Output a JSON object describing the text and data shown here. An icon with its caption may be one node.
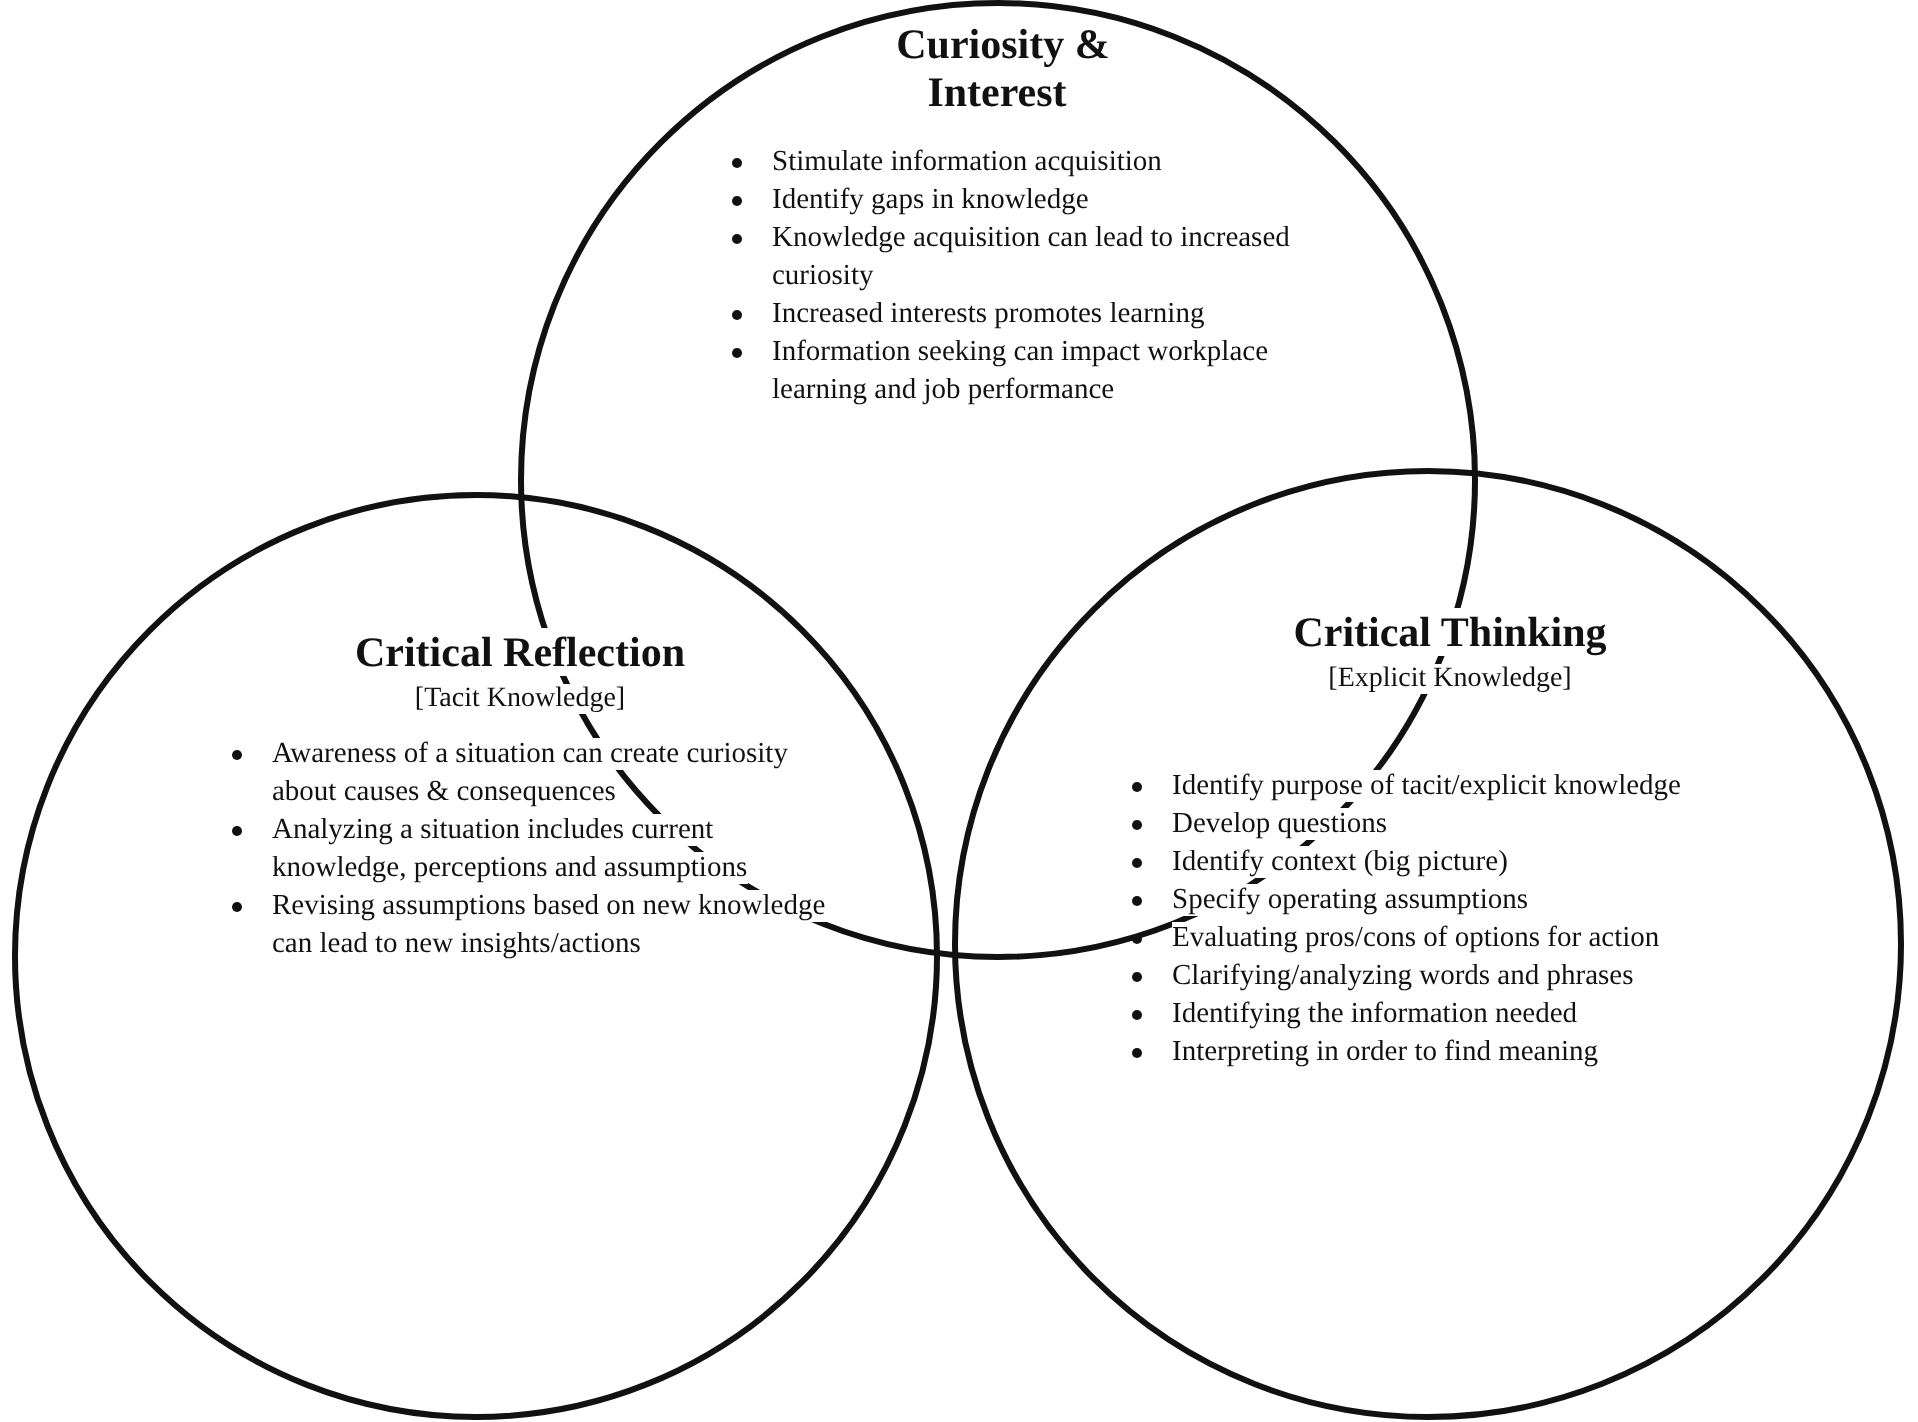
{
  "diagram": {
    "nodes": [
      {
        "text": [
          "Curiosity & Interest",
          "Stimulate information acquisition",
          "Identify gaps in knowledge",
          "Knowledge acquisition can lead to increased curiosity",
          "Increased interests promotes learning",
          "Information seeking can impact workplace learning and job performance"
        ]
      },
      {
        "text": [
          "Critical Reflection",
          "[Tacit Knowledge]",
          "Awareness of a situation can create curiosity about causes & consequences",
          "Analyzing a situation includes current knowledge, perceptions and assumptions",
          "Revising assumptions based on new knowledge can lead to new insights/actions"
        ]
      },
      {
        "text": [
          "Critical Thinking",
          "[Explicit Knowledge]",
          "Identify purpose of tacit/explicit knowledge",
          "Develop questions",
          "Identify context (big picture)",
          "Specify operating assumptions",
          "Evaluating pros/cons of options for action",
          "Clarifying/analyzing words and phrases",
          "Identifying the information needed",
          "Interpreting in order to find meaning"
        ]
      }
    ]
  }
}
